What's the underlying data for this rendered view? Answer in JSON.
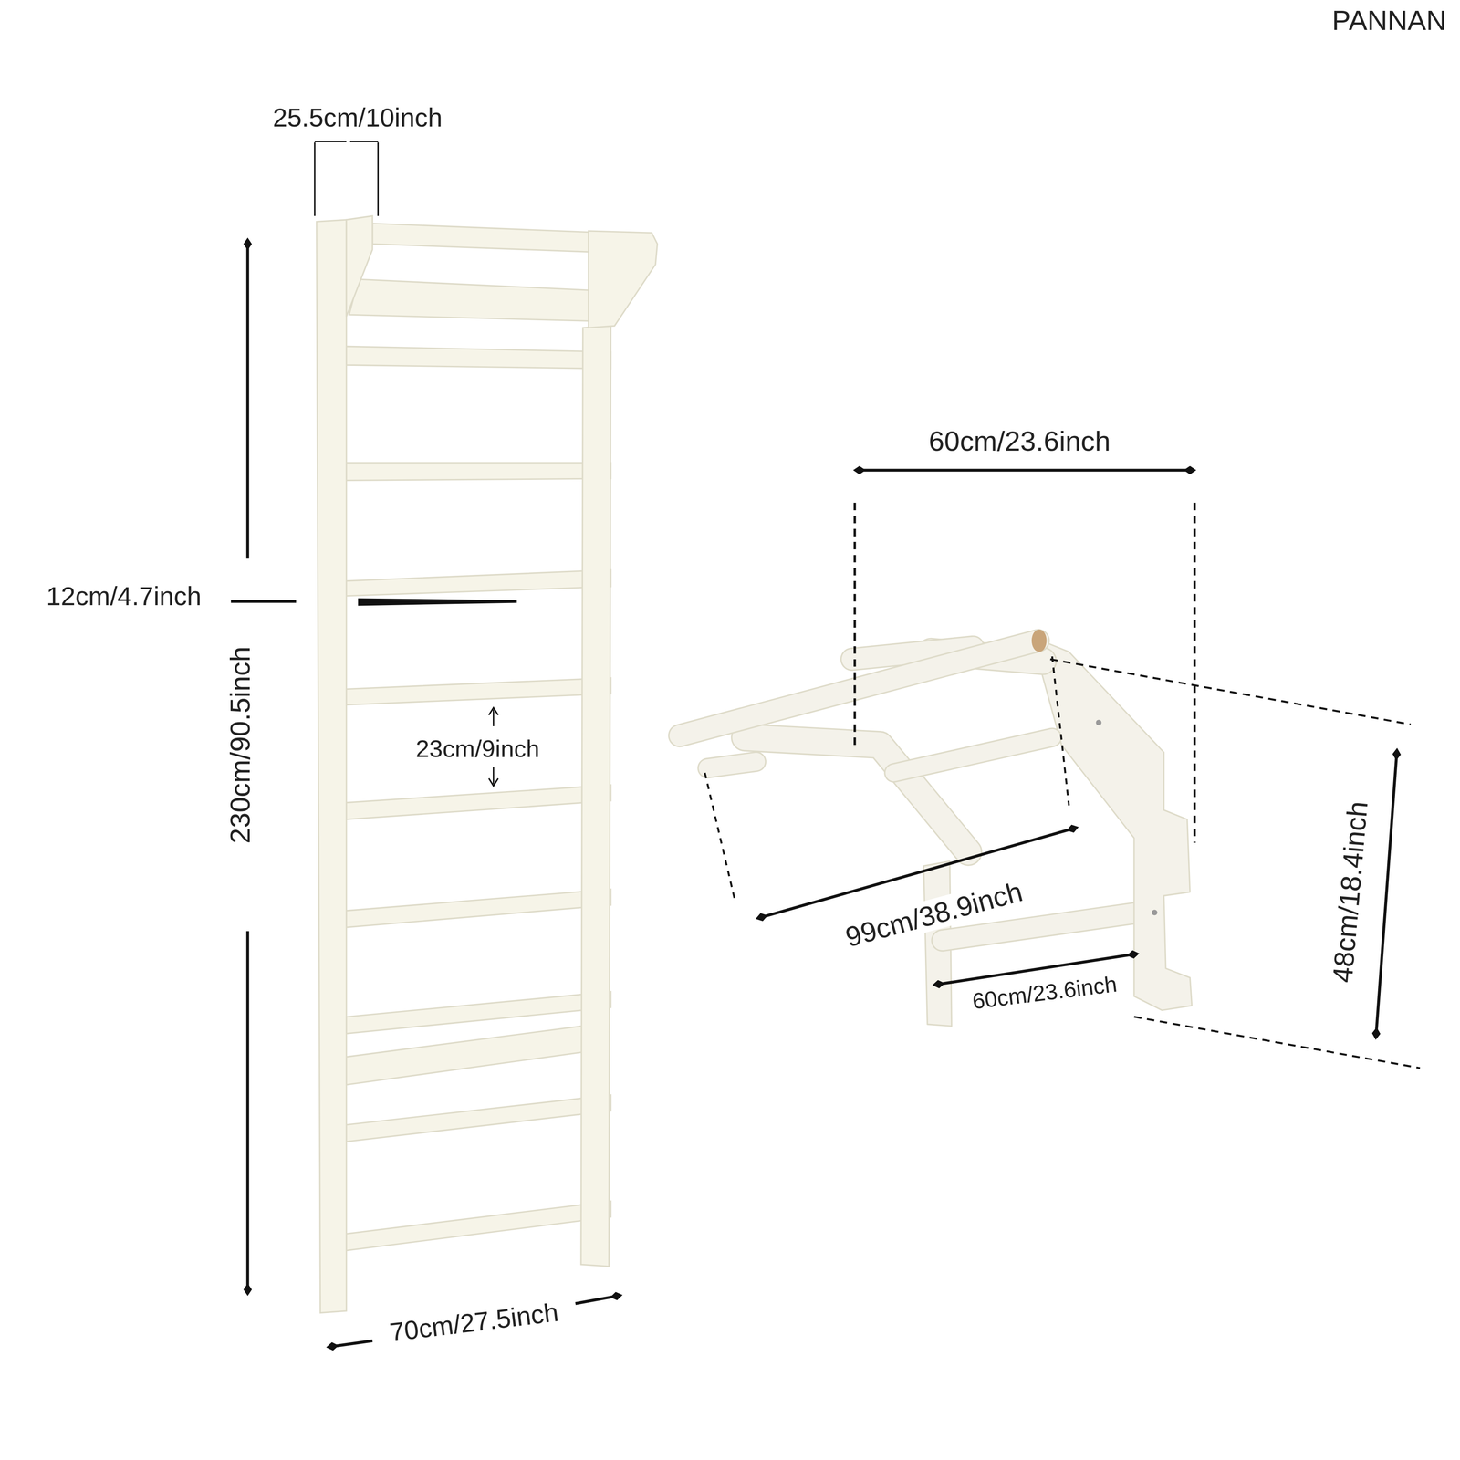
{
  "diagram": {
    "labels": [
      "PANNAN",
      "25.5cm/10inch",
      "12cm/4.7inch",
      "230cm/90.5inch",
      "23cm/9inch",
      "70cm/27.5inch",
      "60cm/23.6inch",
      "99cm/38.9inch",
      "48cm/18.4inch",
      "60cm/23.6inch"
    ]
  }
}
